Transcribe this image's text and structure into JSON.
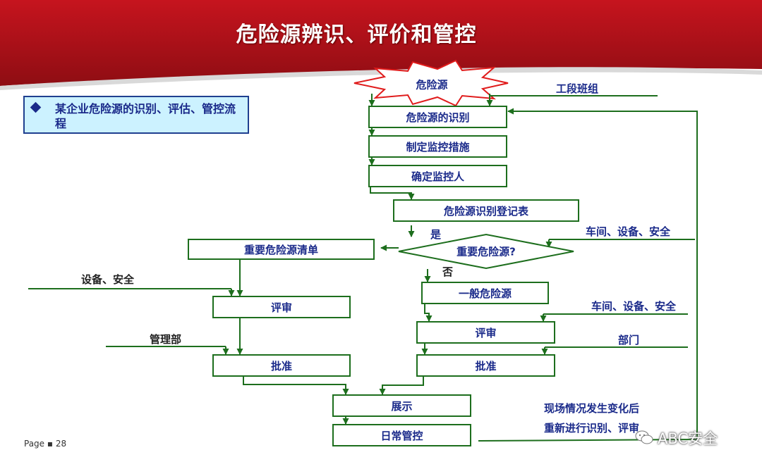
{
  "title": "危险源辨识、评价和管控",
  "note": {
    "text": "某企业危险源的识别、评估、管控流程"
  },
  "nodes": {
    "hazard_source": "危险源",
    "identification": "危险源的识别",
    "measures": "制定监控措施",
    "monitor_person": "确定监控人",
    "register": "危险源识别登记表",
    "decision": "重要危险源?",
    "major_list": "重要危险源清单",
    "general": "一般危险源",
    "review_left": "评审",
    "approve_left": "批准",
    "review_right": "评审",
    "approve_right": "批准",
    "display": "展示",
    "daily_control": "日常管控"
  },
  "labels": {
    "team": "工段班组",
    "workshop_1": "车间、设备、安全",
    "yes": "是",
    "no": "否",
    "equip_safety": "设备、安全",
    "mgmt_dept": "管理部",
    "workshop_2": "车间、设备、安全",
    "dept": "部门",
    "feedback_1": "现场情况发生变化后",
    "feedback_2": "重新进行识别、评审"
  },
  "footer": {
    "page": "Page ▪ 28"
  },
  "watermark": "ABC安全",
  "colors": {
    "header_red": "#b5121b",
    "box_border": "#1d6e1d",
    "text_blue": "#1a2a8a",
    "note_fill": "#ccf2ff"
  }
}
